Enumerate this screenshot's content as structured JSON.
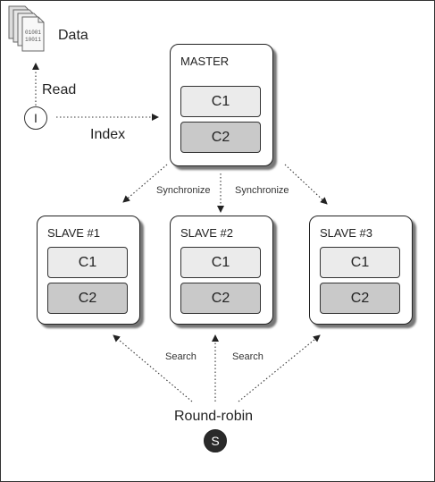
{
  "data_store": {
    "label": "Data",
    "icon": "stacked-documents-icon",
    "doc_text_line1": "01001",
    "doc_text_line2": "10011"
  },
  "indexer": {
    "symbol": "I"
  },
  "edges": {
    "read": "Read",
    "index": "Index",
    "sync_left": "Synchronize",
    "sync_right": "Synchronize",
    "search_left": "Search",
    "search_right": "Search"
  },
  "master": {
    "title": "MASTER",
    "cells": [
      "C1",
      "C2"
    ]
  },
  "slaves": [
    {
      "title": "SLAVE #1",
      "cells": [
        "C1",
        "C2"
      ]
    },
    {
      "title": "SLAVE #2",
      "cells": [
        "C1",
        "C2"
      ]
    },
    {
      "title": "SLAVE #3",
      "cells": [
        "C1",
        "C2"
      ]
    }
  ],
  "searcher": {
    "label": "Round-robin",
    "symbol": "S"
  },
  "colors": {
    "cell_c1": "#ebebeb",
    "cell_c2": "#c9c9c9",
    "searcher_fill": "#2a2a2a"
  }
}
